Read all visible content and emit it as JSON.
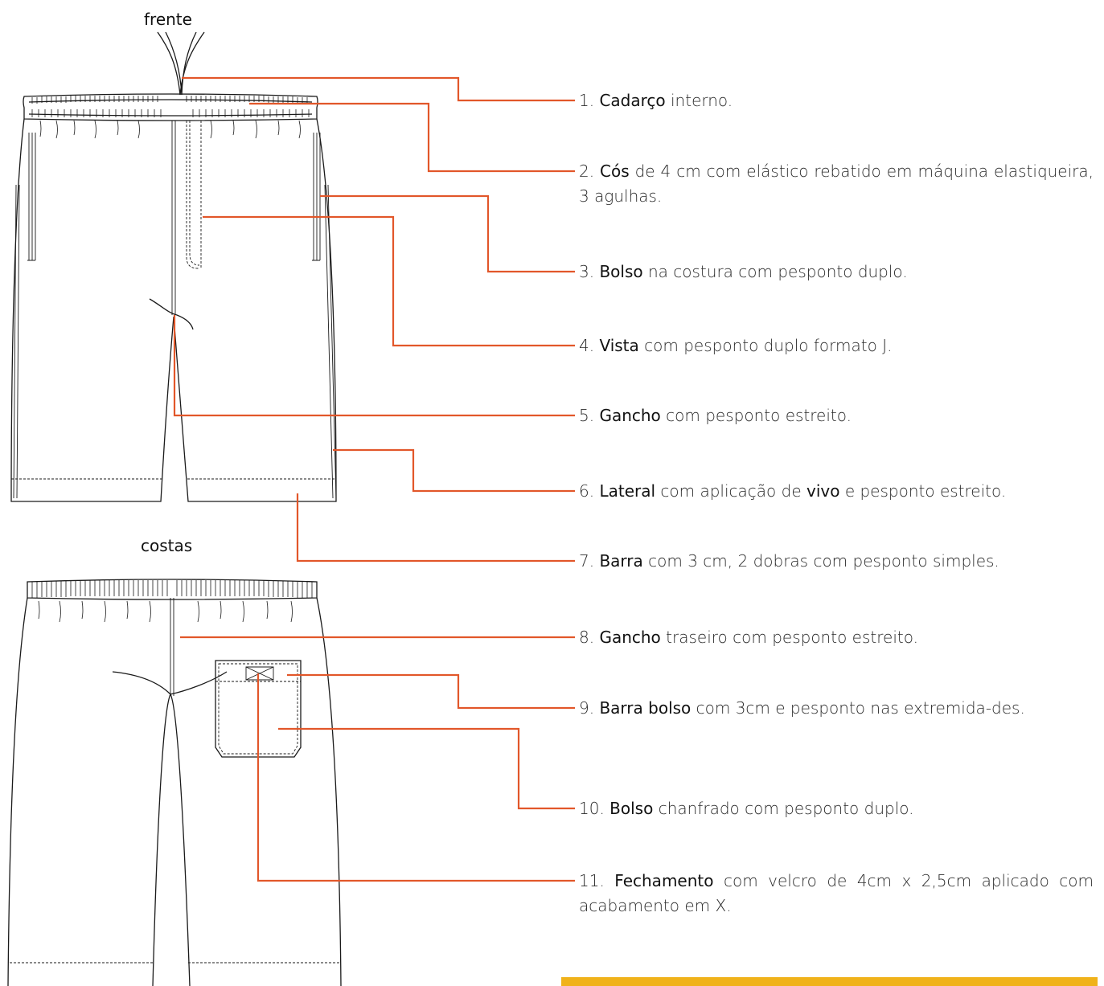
{
  "views": {
    "front": "frente",
    "back": "costas"
  },
  "colors": {
    "leader": "#e2572a",
    "bar": "#f0b21a",
    "outline": "#1a1a1a"
  },
  "notes": [
    {
      "num": "1.",
      "keyword": "Cadarço",
      "rest": " interno."
    },
    {
      "num": "2.",
      "keyword": "Cós",
      "rest": " de 4 cm com elástico rebatido em máquina elastiqueira, 3 agulhas."
    },
    {
      "num": "3.",
      "keyword": "Bolso",
      "rest": " na costura com pesponto duplo."
    },
    {
      "num": "4.",
      "keyword": "Vista",
      "rest": " com pesponto duplo formato J."
    },
    {
      "num": "5.",
      "keyword": "Gancho",
      "rest": " com pesponto estreito."
    },
    {
      "num": "6. ",
      "keyword": "Lateral",
      "rest": " com aplicação de ",
      "keyword2": "vivo",
      "rest2": " e pesponto estreito."
    },
    {
      "num": "7.",
      "keyword": "Barra",
      "rest": " com 3 cm, 2 dobras com pesponto simples."
    },
    {
      "num": "8.",
      "keyword": "Gancho",
      "rest": " traseiro com pesponto estreito."
    },
    {
      "num": "9.",
      "keyword": "Barra bolso",
      "rest": " com 3cm e pesponto nas extremida-des."
    },
    {
      "num": "10.",
      "keyword": "Bolso",
      "rest": " chanfrado com pesponto duplo."
    },
    {
      "num": "11.",
      "keyword": "Fechamento",
      "rest": " com velcro de 4cm x 2,5cm aplicado com acabamento em X."
    }
  ]
}
